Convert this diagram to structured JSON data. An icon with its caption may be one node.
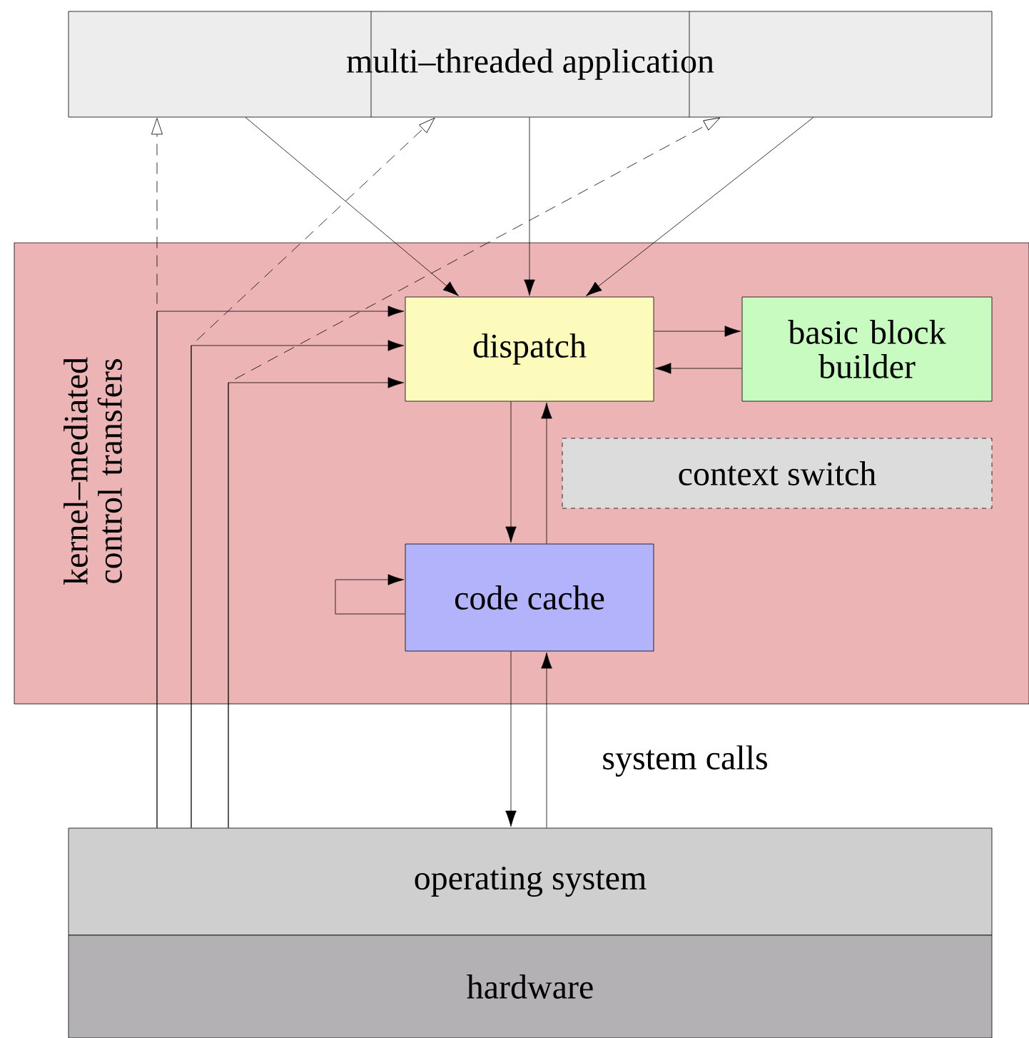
{
  "diagram": {
    "nodes": [
      {
        "text": [
          "multi–threaded application"
        ]
      },
      {
        "text": [
          "kernel–mediated control transfers"
        ]
      },
      {
        "text": [
          "dispatch"
        ],
        "in": 1
      },
      {
        "text": [
          "basic block builder"
        ],
        "in": 1
      },
      {
        "text": [
          "context switch"
        ],
        "in": 1
      },
      {
        "text": [
          "code cache"
        ],
        "in": 1
      },
      {
        "text": [
          "operating system"
        ]
      },
      {
        "text": [
          "hardware"
        ]
      }
    ],
    "edges": [
      {
        "from": 0,
        "to": 2,
        "arrow": "to"
      },
      {
        "from": 0,
        "to": 2,
        "arrow": "to"
      },
      {
        "from": 0,
        "to": 2,
        "arrow": "to"
      },
      {
        "from": 2,
        "to": 3,
        "arrow": "to"
      },
      {
        "from": 3,
        "to": 2,
        "arrow": "to"
      },
      {
        "from": 2,
        "to": 5,
        "arrow": "to"
      },
      {
        "from": 5,
        "to": 2,
        "arrow": "to"
      },
      {
        "from": 5,
        "to": 5,
        "arrow": "to"
      },
      {
        "from": 5,
        "to": 6,
        "arrow": "to"
      },
      {
        "from": 6,
        "to": 5,
        "arrow": "to",
        "label": "system calls"
      },
      {
        "from": 6,
        "to": 2,
        "arrow": "to"
      },
      {
        "from": 6,
        "to": 2,
        "arrow": "to"
      },
      {
        "from": 6,
        "to": 2,
        "arrow": "to"
      },
      {
        "from": 6,
        "to": 0,
        "arrow": "to",
        "style": "dashed"
      },
      {
        "from": 6,
        "to": 0,
        "arrow": "to",
        "style": "dashed"
      },
      {
        "from": 6,
        "to": 0,
        "arrow": "to",
        "style": "dashed"
      }
    ]
  }
}
